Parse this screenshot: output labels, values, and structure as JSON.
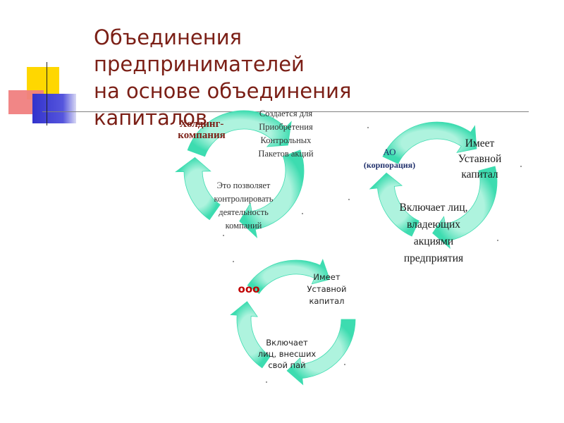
{
  "title_lines": [
    "Объединения",
    "предпринимателей",
    "на основе объединения",
    "капиталов"
  ],
  "colors": {
    "title": "#7b1f16",
    "arrow_light": "#aef3de",
    "arrow_main": "#3ddcb0",
    "label_red": "#c00000",
    "deco_yellow": "#ffd700",
    "deco_red": "#f08080",
    "deco_blue": "#3333cc"
  },
  "cycles": {
    "holding": {
      "name_lines": [
        "Холдинг-",
        "компания"
      ],
      "step1_lines": [
        "Создается для",
        "Приобретения",
        "Контрольных",
        "Пакетов акций"
      ],
      "step2_lines": [
        "Это позволяет",
        "контролировать",
        "деятельность",
        "компаний"
      ]
    },
    "ao": {
      "name_lines": [
        "АО",
        "(корпорация)"
      ],
      "step1_lines": [
        "Имеет",
        "Уставной",
        "капитал"
      ],
      "step2_lines": [
        "Включает лиц,",
        "владеющих",
        "акциями",
        "предприятия"
      ]
    },
    "ooo": {
      "name": "ооо",
      "step1_lines": [
        "Имеет",
        "Уставной",
        "капитал"
      ],
      "step2_lines": [
        "Включает",
        "лиц, внесших",
        "свой пай"
      ]
    }
  }
}
